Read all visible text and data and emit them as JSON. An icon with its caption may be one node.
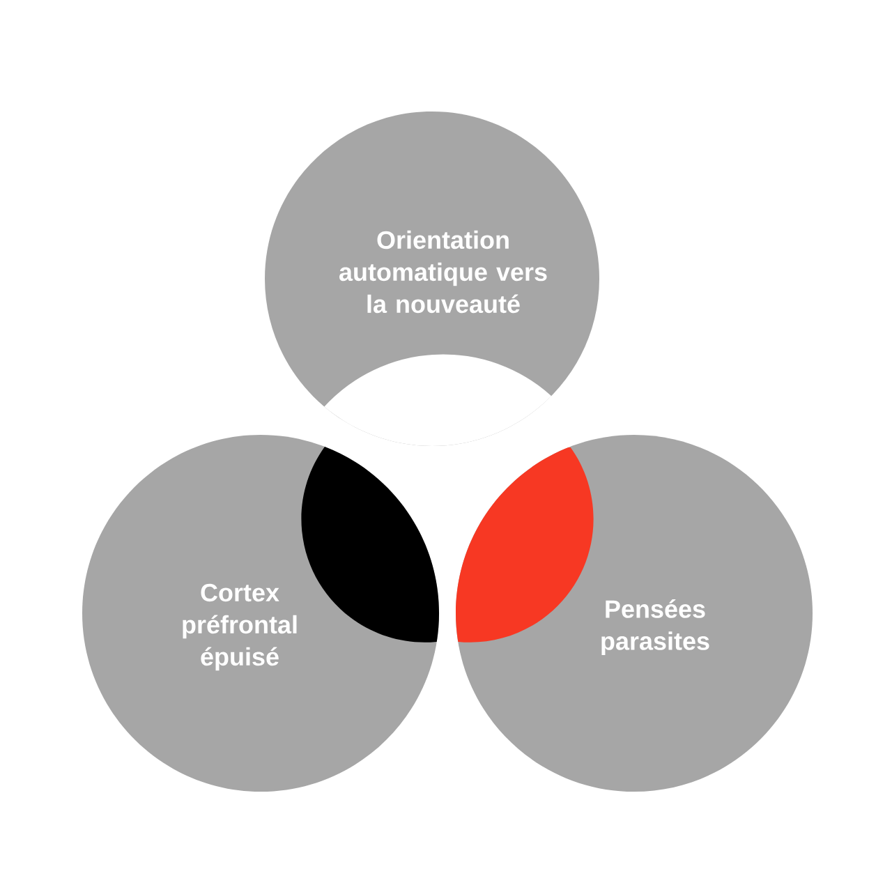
{
  "diagram": {
    "nodes": [
      {
        "text": [
          "Orientation automatique vers la nouveauté"
        ]
      },
      {
        "text": [
          "Cortex préfrontal épuisé"
        ]
      },
      {
        "text": [
          "Pensées parasites"
        ]
      },
      {
        "text": [],
        "shape": "lens",
        "in": 1
      },
      {
        "text": [],
        "shape": "lens",
        "in": 2
      }
    ]
  }
}
